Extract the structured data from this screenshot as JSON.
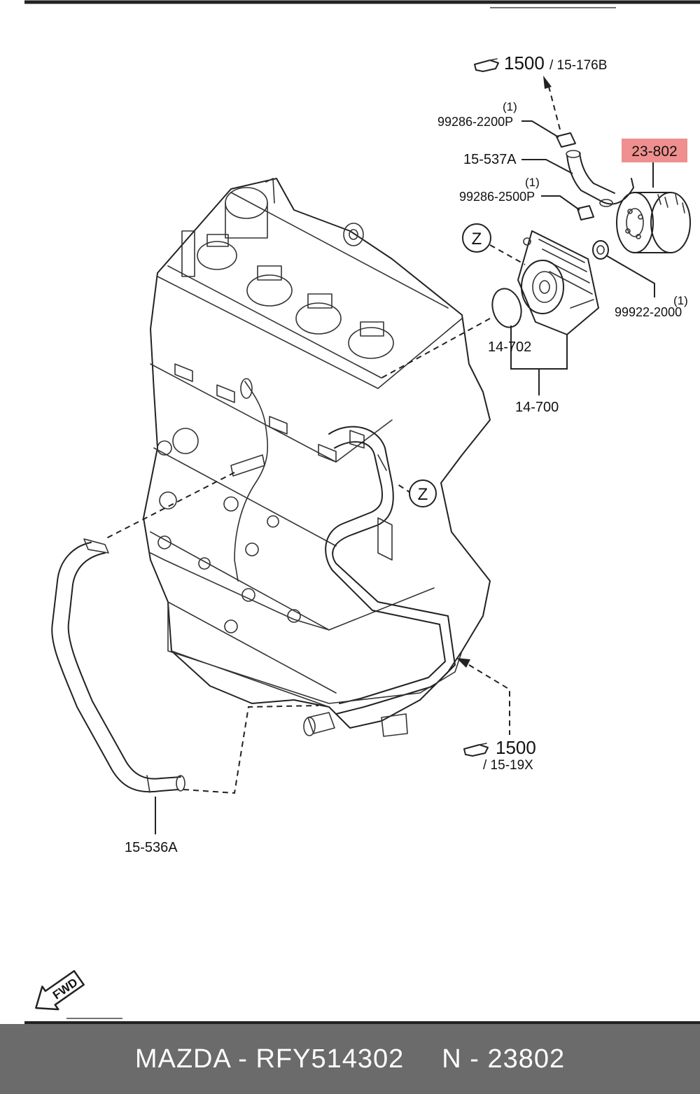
{
  "diagram": {
    "callouts": {
      "ref_1500_top": "1500",
      "ref_15_176b": "/ 15-176B",
      "qty_clamp_upper": "(1)",
      "part_99286_2200p": "99286-2200P",
      "part_15_537a": "15-537A",
      "qty_clamp_lower": "(1)",
      "part_99286_2500p": "99286-2500P",
      "highlight_part": "23-802",
      "zone_z_top": "Z",
      "qty_99922": "(1)",
      "part_99922_2000": "99922-2000",
      "part_14_702": "14-702",
      "part_14_700": "14-700",
      "zone_z_mid": "Z",
      "ref_1500_bottom": "1500",
      "ref_15_19x": "/ 15-19X",
      "part_15_536a": "15-536A",
      "fwd": "FWD"
    },
    "highlight_color": "#f08f8f"
  },
  "footer": {
    "brand_part": "MAZDA - RFY514302",
    "number": "N - 23802"
  }
}
